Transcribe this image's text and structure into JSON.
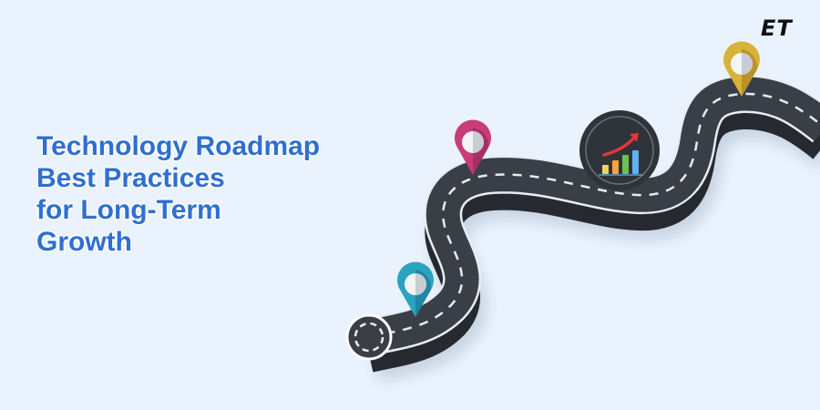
{
  "brand": {
    "logo_text": "ET"
  },
  "headline": {
    "lines": [
      "Technology Roadmap",
      "Best Practices",
      "for Long-Term",
      "Growth"
    ]
  },
  "illustration": {
    "road_color": "#3a3f47",
    "road_marking_color": "#ffffff",
    "pins": [
      {
        "name": "teal-pin",
        "color": "#2aa3c1"
      },
      {
        "name": "magenta-pin",
        "color": "#c83c7a"
      },
      {
        "name": "gold-pin",
        "color": "#d9b23a"
      }
    ],
    "badge_icon": "growth-chart-icon",
    "chart_bar_colors": [
      "#f7cf5a",
      "#f5a43a",
      "#6cc24a",
      "#5fb0ef"
    ],
    "arrow_color": "#e8343c"
  },
  "colors": {
    "background": "#eaf3fd",
    "title": "#2f6fd0",
    "logo": "#111111"
  }
}
